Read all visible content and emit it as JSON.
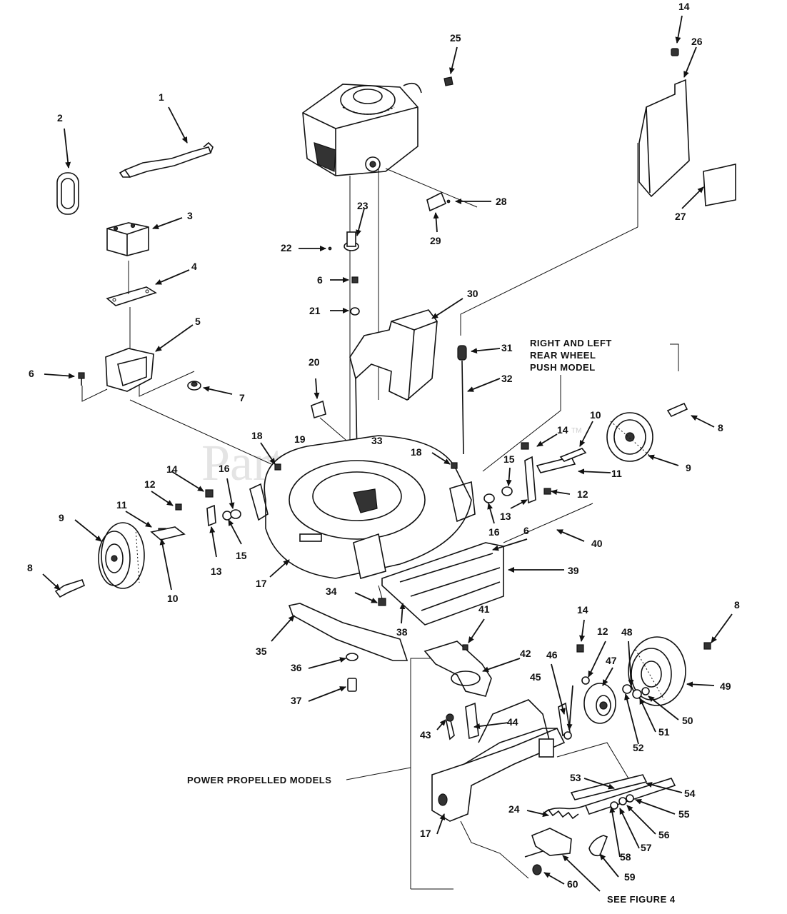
{
  "watermark": {
    "text": "PartsTree",
    "tm": "TM"
  },
  "labels": {
    "push_model": [
      "RIGHT AND LEFT",
      "REAR WHEEL",
      "PUSH MODEL"
    ],
    "power_models": "POWER PROPELLED MODELS",
    "see_figure": "SEE FIGURE 4"
  },
  "callouts": [
    {
      "n": "1"
    },
    {
      "n": "2"
    },
    {
      "n": "3"
    },
    {
      "n": "4"
    },
    {
      "n": "5"
    },
    {
      "n": "6"
    },
    {
      "n": "7"
    },
    {
      "n": "14"
    },
    {
      "n": "25"
    },
    {
      "n": "26"
    },
    {
      "n": "27"
    },
    {
      "n": "28"
    },
    {
      "n": "29"
    },
    {
      "n": "22"
    },
    {
      "n": "23"
    },
    {
      "n": "6"
    },
    {
      "n": "21"
    },
    {
      "n": "30"
    },
    {
      "n": "31"
    },
    {
      "n": "32"
    },
    {
      "n": "20"
    },
    {
      "n": "18"
    },
    {
      "n": "19"
    },
    {
      "n": "33"
    },
    {
      "n": "18"
    },
    {
      "n": "8"
    },
    {
      "n": "10"
    },
    {
      "n": "9"
    },
    {
      "n": "14"
    },
    {
      "n": "15"
    },
    {
      "n": "11"
    },
    {
      "n": "12"
    },
    {
      "n": "13"
    },
    {
      "n": "16"
    },
    {
      "n": "6"
    },
    {
      "n": "40"
    },
    {
      "n": "39"
    },
    {
      "n": "14"
    },
    {
      "n": "16"
    },
    {
      "n": "12"
    },
    {
      "n": "11"
    },
    {
      "n": "9"
    },
    {
      "n": "15"
    },
    {
      "n": "13"
    },
    {
      "n": "17"
    },
    {
      "n": "8"
    },
    {
      "n": "10"
    },
    {
      "n": "34"
    },
    {
      "n": "38"
    },
    {
      "n": "35"
    },
    {
      "n": "36"
    },
    {
      "n": "37"
    },
    {
      "n": "41"
    },
    {
      "n": "42"
    },
    {
      "n": "14"
    },
    {
      "n": "8"
    },
    {
      "n": "12"
    },
    {
      "n": "48"
    },
    {
      "n": "46"
    },
    {
      "n": "47"
    },
    {
      "n": "49"
    },
    {
      "n": "45"
    },
    {
      "n": "50"
    },
    {
      "n": "51"
    },
    {
      "n": "52"
    },
    {
      "n": "43"
    },
    {
      "n": "44"
    },
    {
      "n": "53"
    },
    {
      "n": "54"
    },
    {
      "n": "55"
    },
    {
      "n": "56"
    },
    {
      "n": "57"
    },
    {
      "n": "24"
    },
    {
      "n": "58"
    },
    {
      "n": "59"
    },
    {
      "n": "17"
    },
    {
      "n": "60"
    }
  ]
}
